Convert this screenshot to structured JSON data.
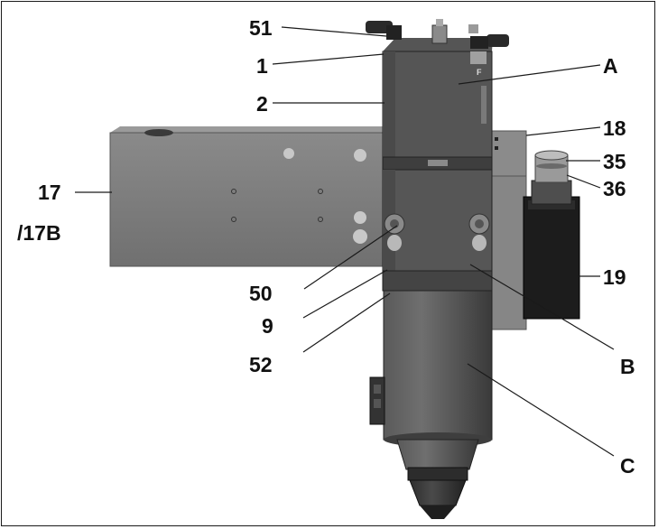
{
  "labels": {
    "l51": "51",
    "l1": "1",
    "l2": "2",
    "lA": "A",
    "l18": "18",
    "l35": "35",
    "l36": "36",
    "l17": "17",
    "l17b": "/17B",
    "l19": "19",
    "l50": "50",
    "l9": "9",
    "l52": "52",
    "lB": "B",
    "lC": "C",
    "tinyF": "F"
  },
  "colors": {
    "body_dark": "#4a4a4a",
    "body_mid": "#6e6e6e",
    "arm": "#7c7c7c",
    "block": "#3d3d3d",
    "leader": "#1a1a1a"
  }
}
